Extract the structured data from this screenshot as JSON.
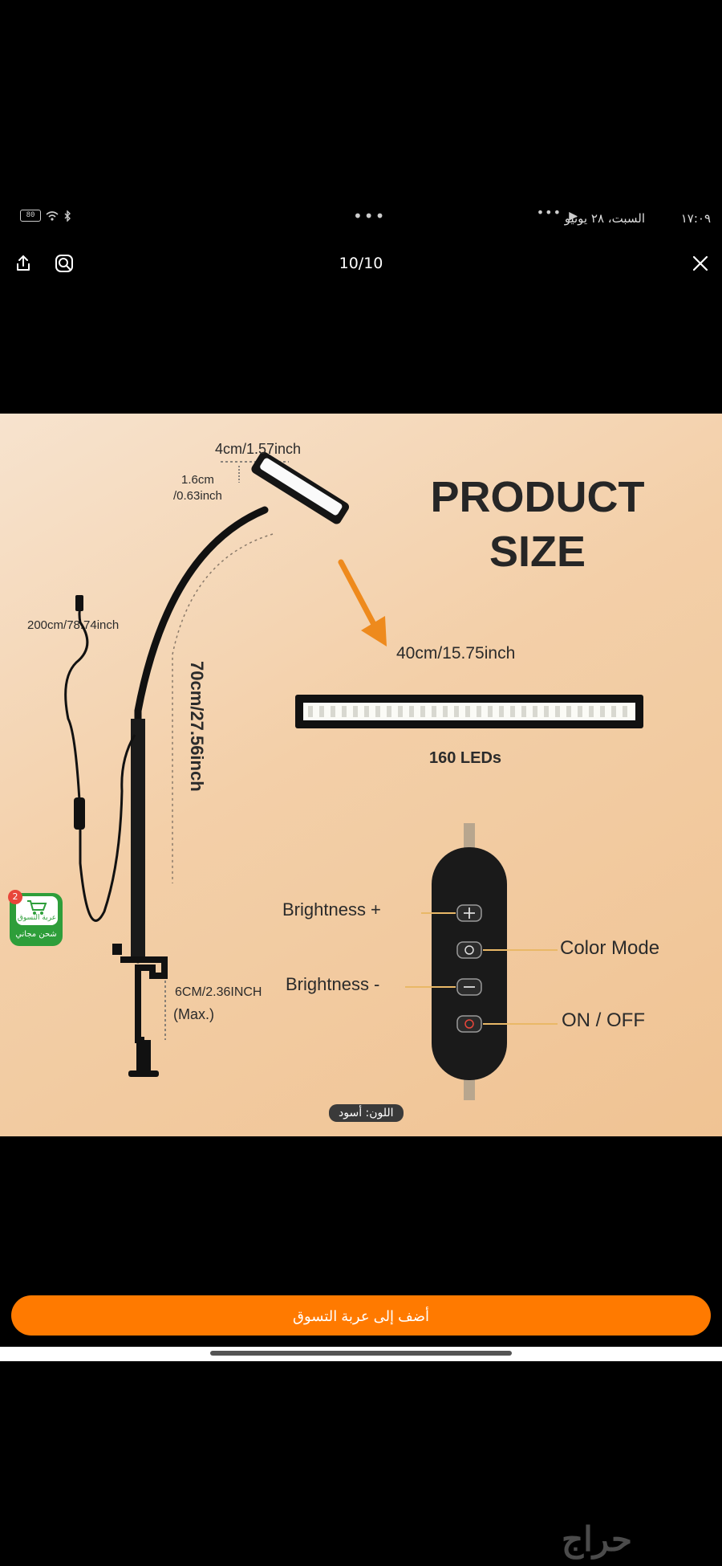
{
  "status_bar": {
    "time": "١٧:٠٩",
    "date": "السبت، ٢٨ يونيو",
    "center_dots": "•••",
    "more_dots": "•••",
    "battery": "80"
  },
  "viewer": {
    "counter": "10/10"
  },
  "product_image": {
    "heading_line1": "PRODUCT",
    "heading_line2": "SIZE",
    "head_width": "4cm/1.57inch",
    "head_thickness_1": "1.6cm",
    "head_thickness_2": "/0.63inch",
    "cable_length": "200cm/78.74inch",
    "arm_height": "70cm/27.56inch",
    "bar_length": "40cm/15.75inch",
    "led_count": "160 LEDs",
    "clamp_1": "6CM/2.36INCH",
    "clamp_2": "(Max.)",
    "btn_brightness_up": "Brightness +",
    "btn_color_mode": "Color Mode",
    "btn_brightness_down": "Brightness -",
    "btn_on_off": "ON / OFF",
    "color_chip": "اللون: أسود"
  },
  "cart_badge": {
    "count": "2",
    "line1": "عربة التسوق",
    "line2": "شحن مجاني"
  },
  "bottom": {
    "add_to_cart": "أضف إلى عربة التسوق",
    "watermark": "حراج"
  },
  "colors": {
    "accent": "#ff7a00",
    "badge_green": "#2e9e3a",
    "badge_red": "#e8463a"
  }
}
